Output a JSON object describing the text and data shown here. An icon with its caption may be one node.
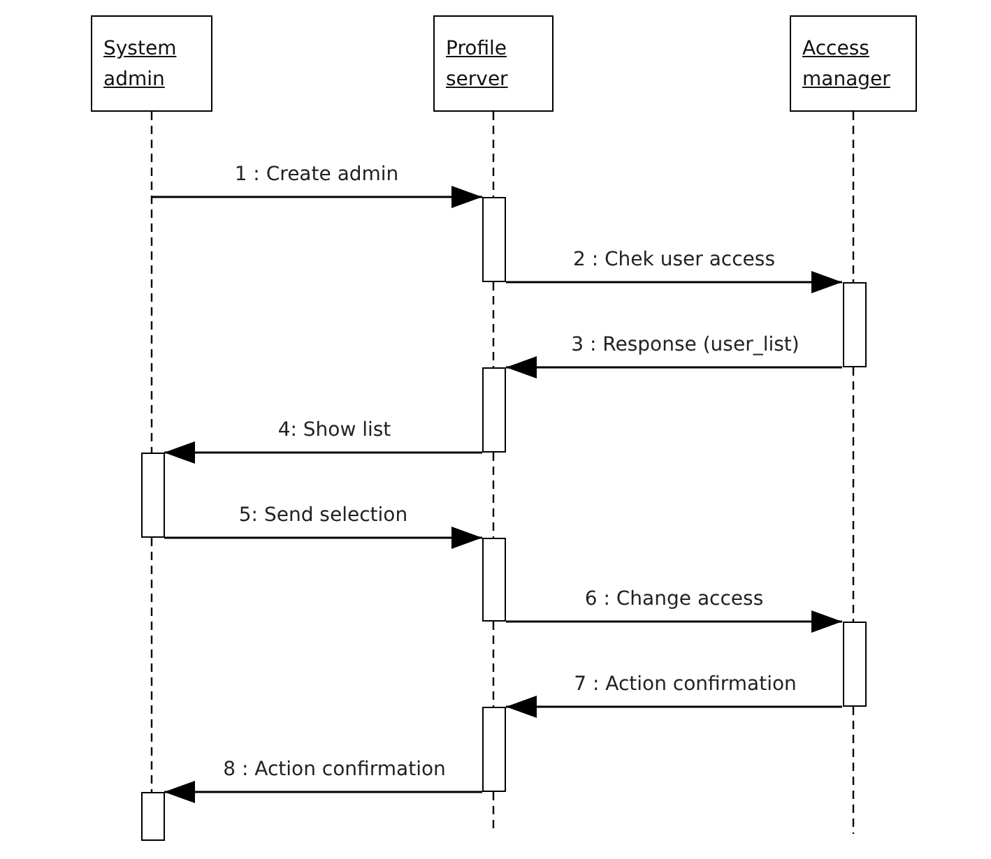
{
  "diagram": {
    "nodes": [
      {
        "text": [
          "System admin"
        ]
      },
      {
        "text": [
          "Profile server"
        ]
      },
      {
        "text": [
          "Access manager"
        ]
      },
      {
        "text": [],
        "shape": "bar"
      },
      {
        "text": [],
        "shape": "bar"
      },
      {
        "text": [],
        "shape": "bar"
      },
      {
        "text": [],
        "shape": "bar"
      },
      {
        "text": [],
        "shape": "bar"
      },
      {
        "text": [],
        "shape": "bar"
      },
      {
        "text": [],
        "shape": "bar"
      },
      {
        "text": [],
        "shape": "bar"
      }
    ],
    "edges": [
      {
        "from": null,
        "to": 3,
        "arrow": "to",
        "label": "1 : Create admin"
      },
      {
        "from": 3,
        "to": 4,
        "arrow": "to",
        "label": "2 : Chek user access"
      },
      {
        "from": 4,
        "to": 5,
        "arrow": "to",
        "label": "3 : Response (user_list)"
      },
      {
        "from": 5,
        "to": 6,
        "arrow": "to",
        "label": "4: Show list"
      },
      {
        "from": 6,
        "to": 7,
        "arrow": "to",
        "label": "5: Send selection"
      },
      {
        "from": 7,
        "to": 8,
        "arrow": "to",
        "label": "6 : Change access"
      },
      {
        "from": 8,
        "to": 9,
        "arrow": "to",
        "label": "7 : Action confirmation"
      },
      {
        "from": 9,
        "to": 10,
        "arrow": "to",
        "label": "8 : Action confirmation"
      },
      {
        "from": 0,
        "to": 6,
        "arrow": "none",
        "style": "dashed"
      },
      {
        "from": 6,
        "to": 10,
        "arrow": "none",
        "style": "dashed"
      },
      {
        "from": 1,
        "to": 3,
        "arrow": "none",
        "style": "dashed"
      },
      {
        "from": 3,
        "to": 5,
        "arrow": "none",
        "style": "dashed"
      },
      {
        "from": 5,
        "to": 7,
        "arrow": "none",
        "style": "dashed"
      },
      {
        "from": 7,
        "to": 9,
        "arrow": "none",
        "style": "dashed"
      },
      {
        "from": 9,
        "to": null,
        "arrow": "none",
        "style": "dashed"
      },
      {
        "from": 2,
        "to": 4,
        "arrow": "none",
        "style": "dashed"
      },
      {
        "from": 4,
        "to": 8,
        "arrow": "none",
        "style": "dashed"
      },
      {
        "from": 8,
        "to": null,
        "arrow": "none",
        "style": "dashed"
      }
    ]
  }
}
